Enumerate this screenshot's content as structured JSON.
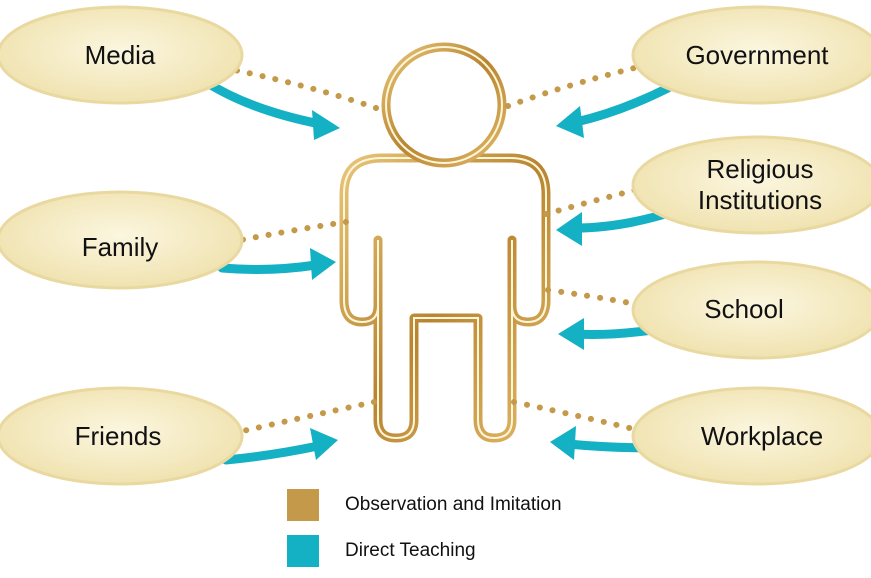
{
  "colors": {
    "observation": "#c49a4a",
    "teaching": "#14b0c4",
    "bubble_fill": "#f6ecc4",
    "bubble_edge": "#e9d9a0",
    "figure_outline": "#c79a3e"
  },
  "nodes": {
    "media": {
      "lines": [
        "Media"
      ]
    },
    "government": {
      "lines": [
        "Government"
      ]
    },
    "religious": {
      "lines": [
        "Religious",
        "Institutions"
      ]
    },
    "family": {
      "lines": [
        "Family"
      ]
    },
    "school": {
      "lines": [
        "School"
      ]
    },
    "friends": {
      "lines": [
        "Friends"
      ]
    },
    "workplace": {
      "lines": [
        "Workplace"
      ]
    }
  },
  "legend": {
    "observation": "Observation and Imitation",
    "teaching": "Direct Teaching"
  }
}
